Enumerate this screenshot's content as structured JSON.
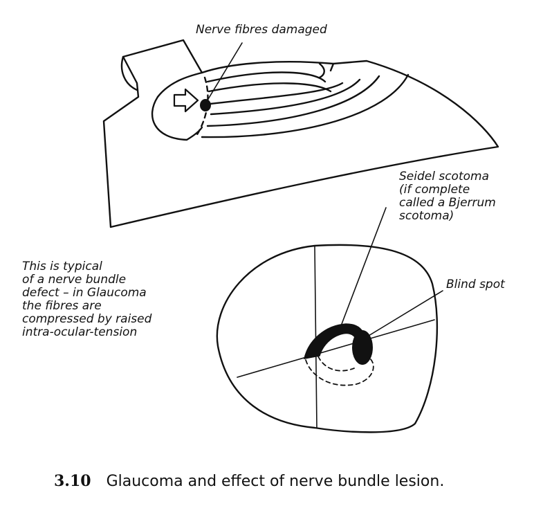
{
  "labels": {
    "nerve_fibres": "Nerve fibres damaged",
    "seidel": [
      "Seidel scotoma",
      "(if complete",
      "called a Bjerrum",
      "scotoma)"
    ],
    "blind_spot": "Blind spot",
    "typical": [
      "This is typical",
      "of a nerve bundle",
      "defect – in Glaucoma",
      "the fibres are",
      "compressed by raised",
      "intra-ocular-tension"
    ]
  },
  "caption": {
    "number": "3.10",
    "text": "Glaucoma and effect of nerve bundle lesion."
  },
  "colors": {
    "ink": "#111111",
    "background": "#ffffff"
  }
}
